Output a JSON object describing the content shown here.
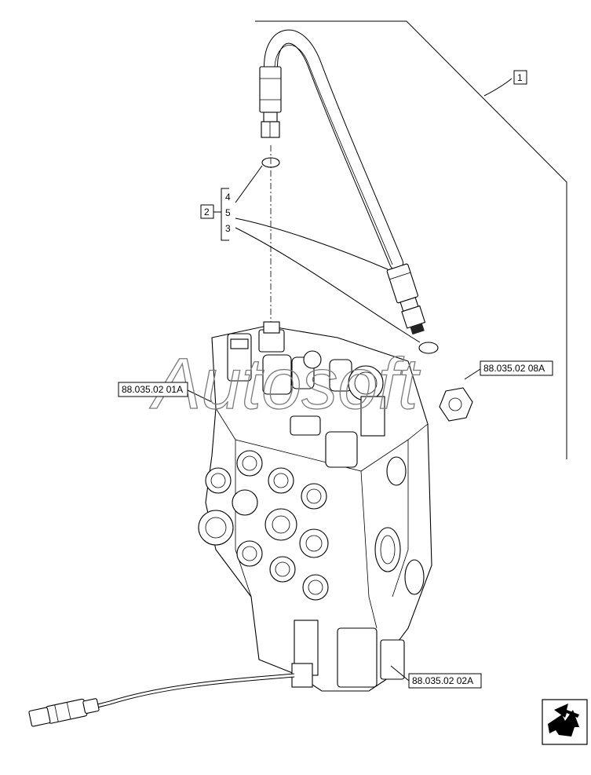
{
  "callouts": {
    "item_1": "1",
    "item_2": "2",
    "item_3": "3",
    "item_4": "4",
    "item_5": "5",
    "ref_88_035_02_01a": "88.035.02 01A",
    "ref_88_035_02_08a": "88.035.02 08A",
    "ref_88_035_02_02a": "88.035.02 02A"
  },
  "watermark": "Autosoft",
  "icons": {
    "navigation": "return-arrow-icon"
  }
}
